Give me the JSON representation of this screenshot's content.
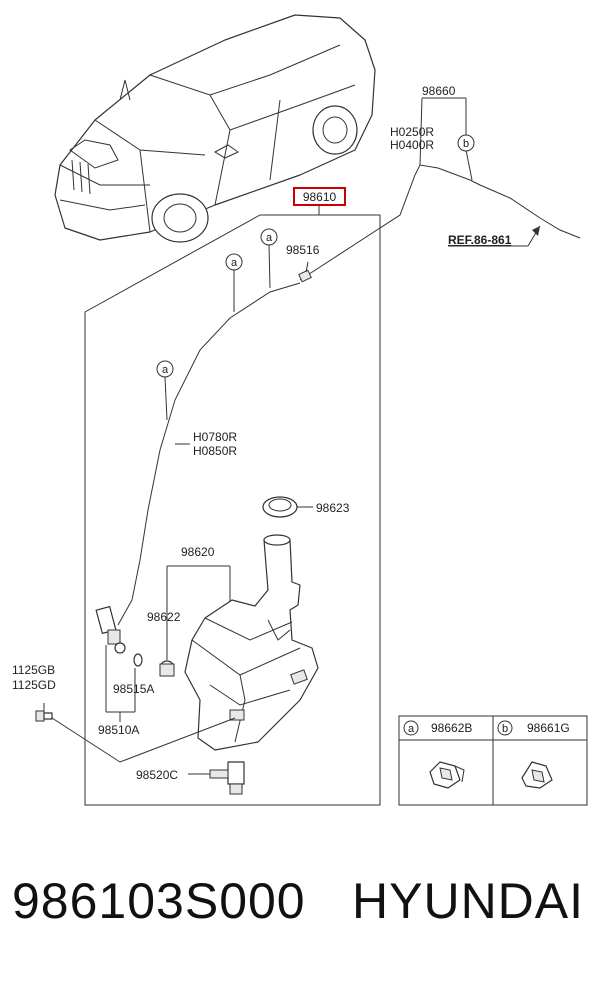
{
  "parts": {
    "p98610": "98610",
    "p98660": "98660",
    "h0250r": "H0250R",
    "h0400r": "H0400R",
    "ref": "REF.86-861",
    "p98516": "98516",
    "h0780r": "H0780R",
    "h0850r": "H0850R",
    "p98623": "98623",
    "p98620": "98620",
    "p98622": "98622",
    "p98515a": "98515A",
    "p98510a": "98510A",
    "p98520c": "98520C",
    "p1125gb": "1125GB",
    "p1125gd": "1125GD"
  },
  "callouts": {
    "a": "a",
    "b": "b"
  },
  "legend": {
    "a_letter": "a",
    "a_part": "98662B",
    "b_letter": "b",
    "b_part": "98661G"
  },
  "highlight_color": "#cc0000",
  "footer": {
    "part_number": "986103S000",
    "brand": "HYUNDAI"
  }
}
